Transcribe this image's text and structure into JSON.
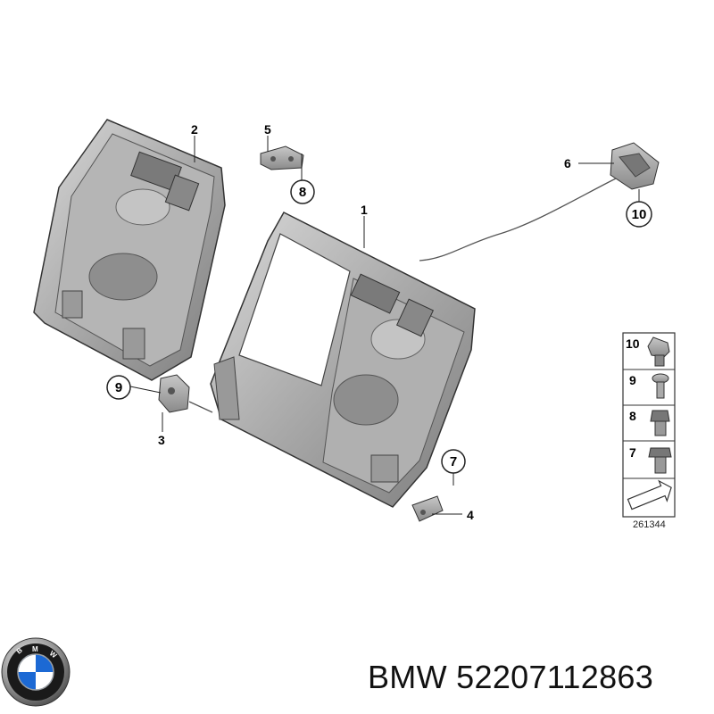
{
  "callouts": {
    "c1": "1",
    "c2": "2",
    "c3": "3",
    "c4": "4",
    "c5": "5",
    "c6": "6",
    "c7": "7",
    "c8": "8",
    "c9": "9",
    "c10": "10"
  },
  "legend": {
    "items": [
      "10",
      "9",
      "8",
      "7"
    ],
    "diagram_number": "261344"
  },
  "footer": {
    "brand": "BMW",
    "part_number": "52207112863",
    "text": "BMW 52207112863"
  },
  "logo": {
    "letters": "BMW",
    "colors": {
      "blue": "#1c69d4",
      "white": "#ffffff",
      "ring": "#1a1a1a",
      "chrome": "#9aa0a6"
    }
  }
}
